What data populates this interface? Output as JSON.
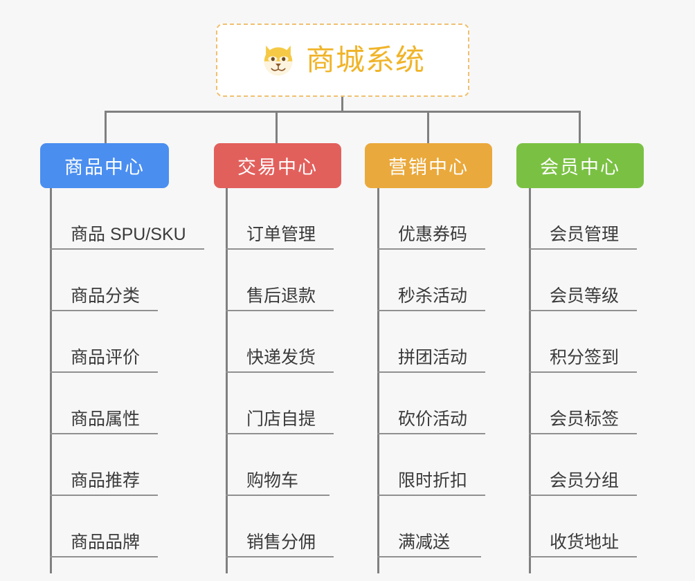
{
  "background_color": "#f7f7f7",
  "root": {
    "icon": "shiba-dog-face-icon",
    "title": "商城系统",
    "text_color": "#f0b429",
    "border_color": "#f0c070"
  },
  "columns": [
    {
      "key": "product",
      "title": "商品中心",
      "color": "#4a8ef0",
      "items": [
        "商品 SPU/SKU",
        "商品分类",
        "商品评价",
        "商品属性",
        "商品推荐",
        "商品品牌"
      ]
    },
    {
      "key": "trade",
      "title": "交易中心",
      "color": "#e2605c",
      "items": [
        "订单管理",
        "售后退款",
        "快递发货",
        "门店自提",
        "购物车",
        "销售分佣"
      ]
    },
    {
      "key": "marketing",
      "title": "营销中心",
      "color": "#eaa93c",
      "items": [
        "优惠券码",
        "秒杀活动",
        "拼团活动",
        "砍价活动",
        "限时折扣",
        "满减送"
      ]
    },
    {
      "key": "member",
      "title": "会员中心",
      "color": "#7ac143",
      "items": [
        "会员管理",
        "会员等级",
        "积分签到",
        "会员标签",
        "会员分组",
        "收货地址"
      ]
    }
  ],
  "connector_color": "#808080",
  "leaf_line_color": "#909090",
  "leaf_text_color": "#3a3a3a"
}
